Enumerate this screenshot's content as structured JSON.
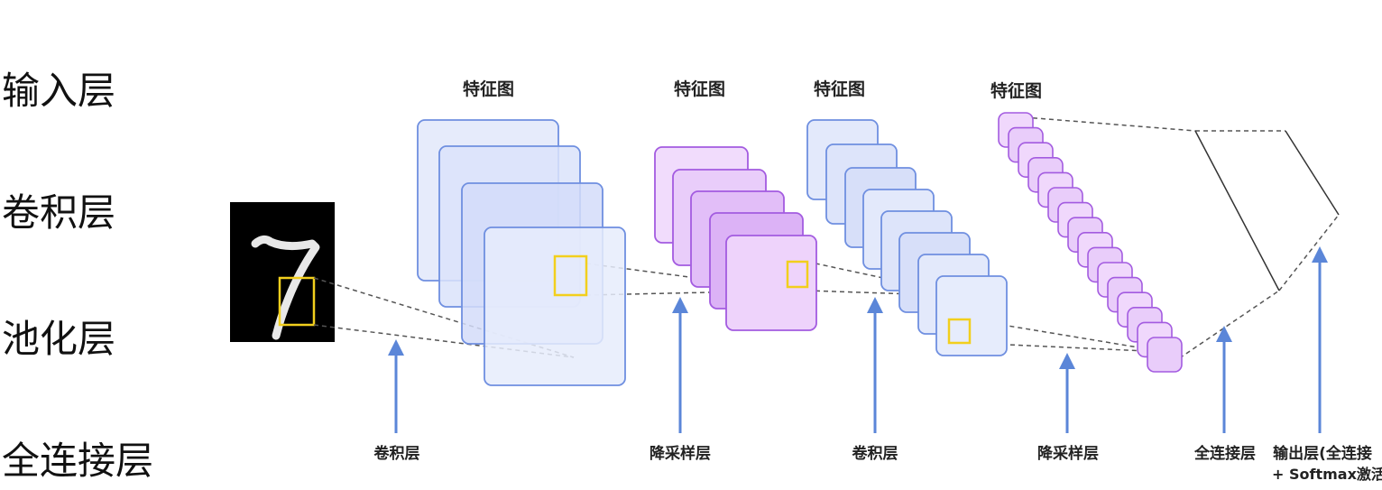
{
  "legend": [
    "输入层",
    "卷积层",
    "池化层",
    "全连接层"
  ],
  "feature_map_titles": [
    "特征图",
    "特征图",
    "特征图",
    "特征图"
  ],
  "layer_labels": {
    "conv1": "卷积层",
    "pool1": "降采样层",
    "conv2": "卷积层",
    "pool2": "降采样层",
    "fc": "全连接层",
    "output_line1": "输出层(全连接",
    "output_line2": "+ Softmax激活)"
  },
  "input_digit": "7",
  "colors": {
    "conv_fill": "#dfe6fb",
    "conv_stroke": "#6f8fe0",
    "pool_fill": "#efd9fb",
    "pool_stroke": "#a35be0",
    "arrow": "#5b86d8",
    "highlight": "#f2cf1d",
    "dashed": "#555555"
  }
}
